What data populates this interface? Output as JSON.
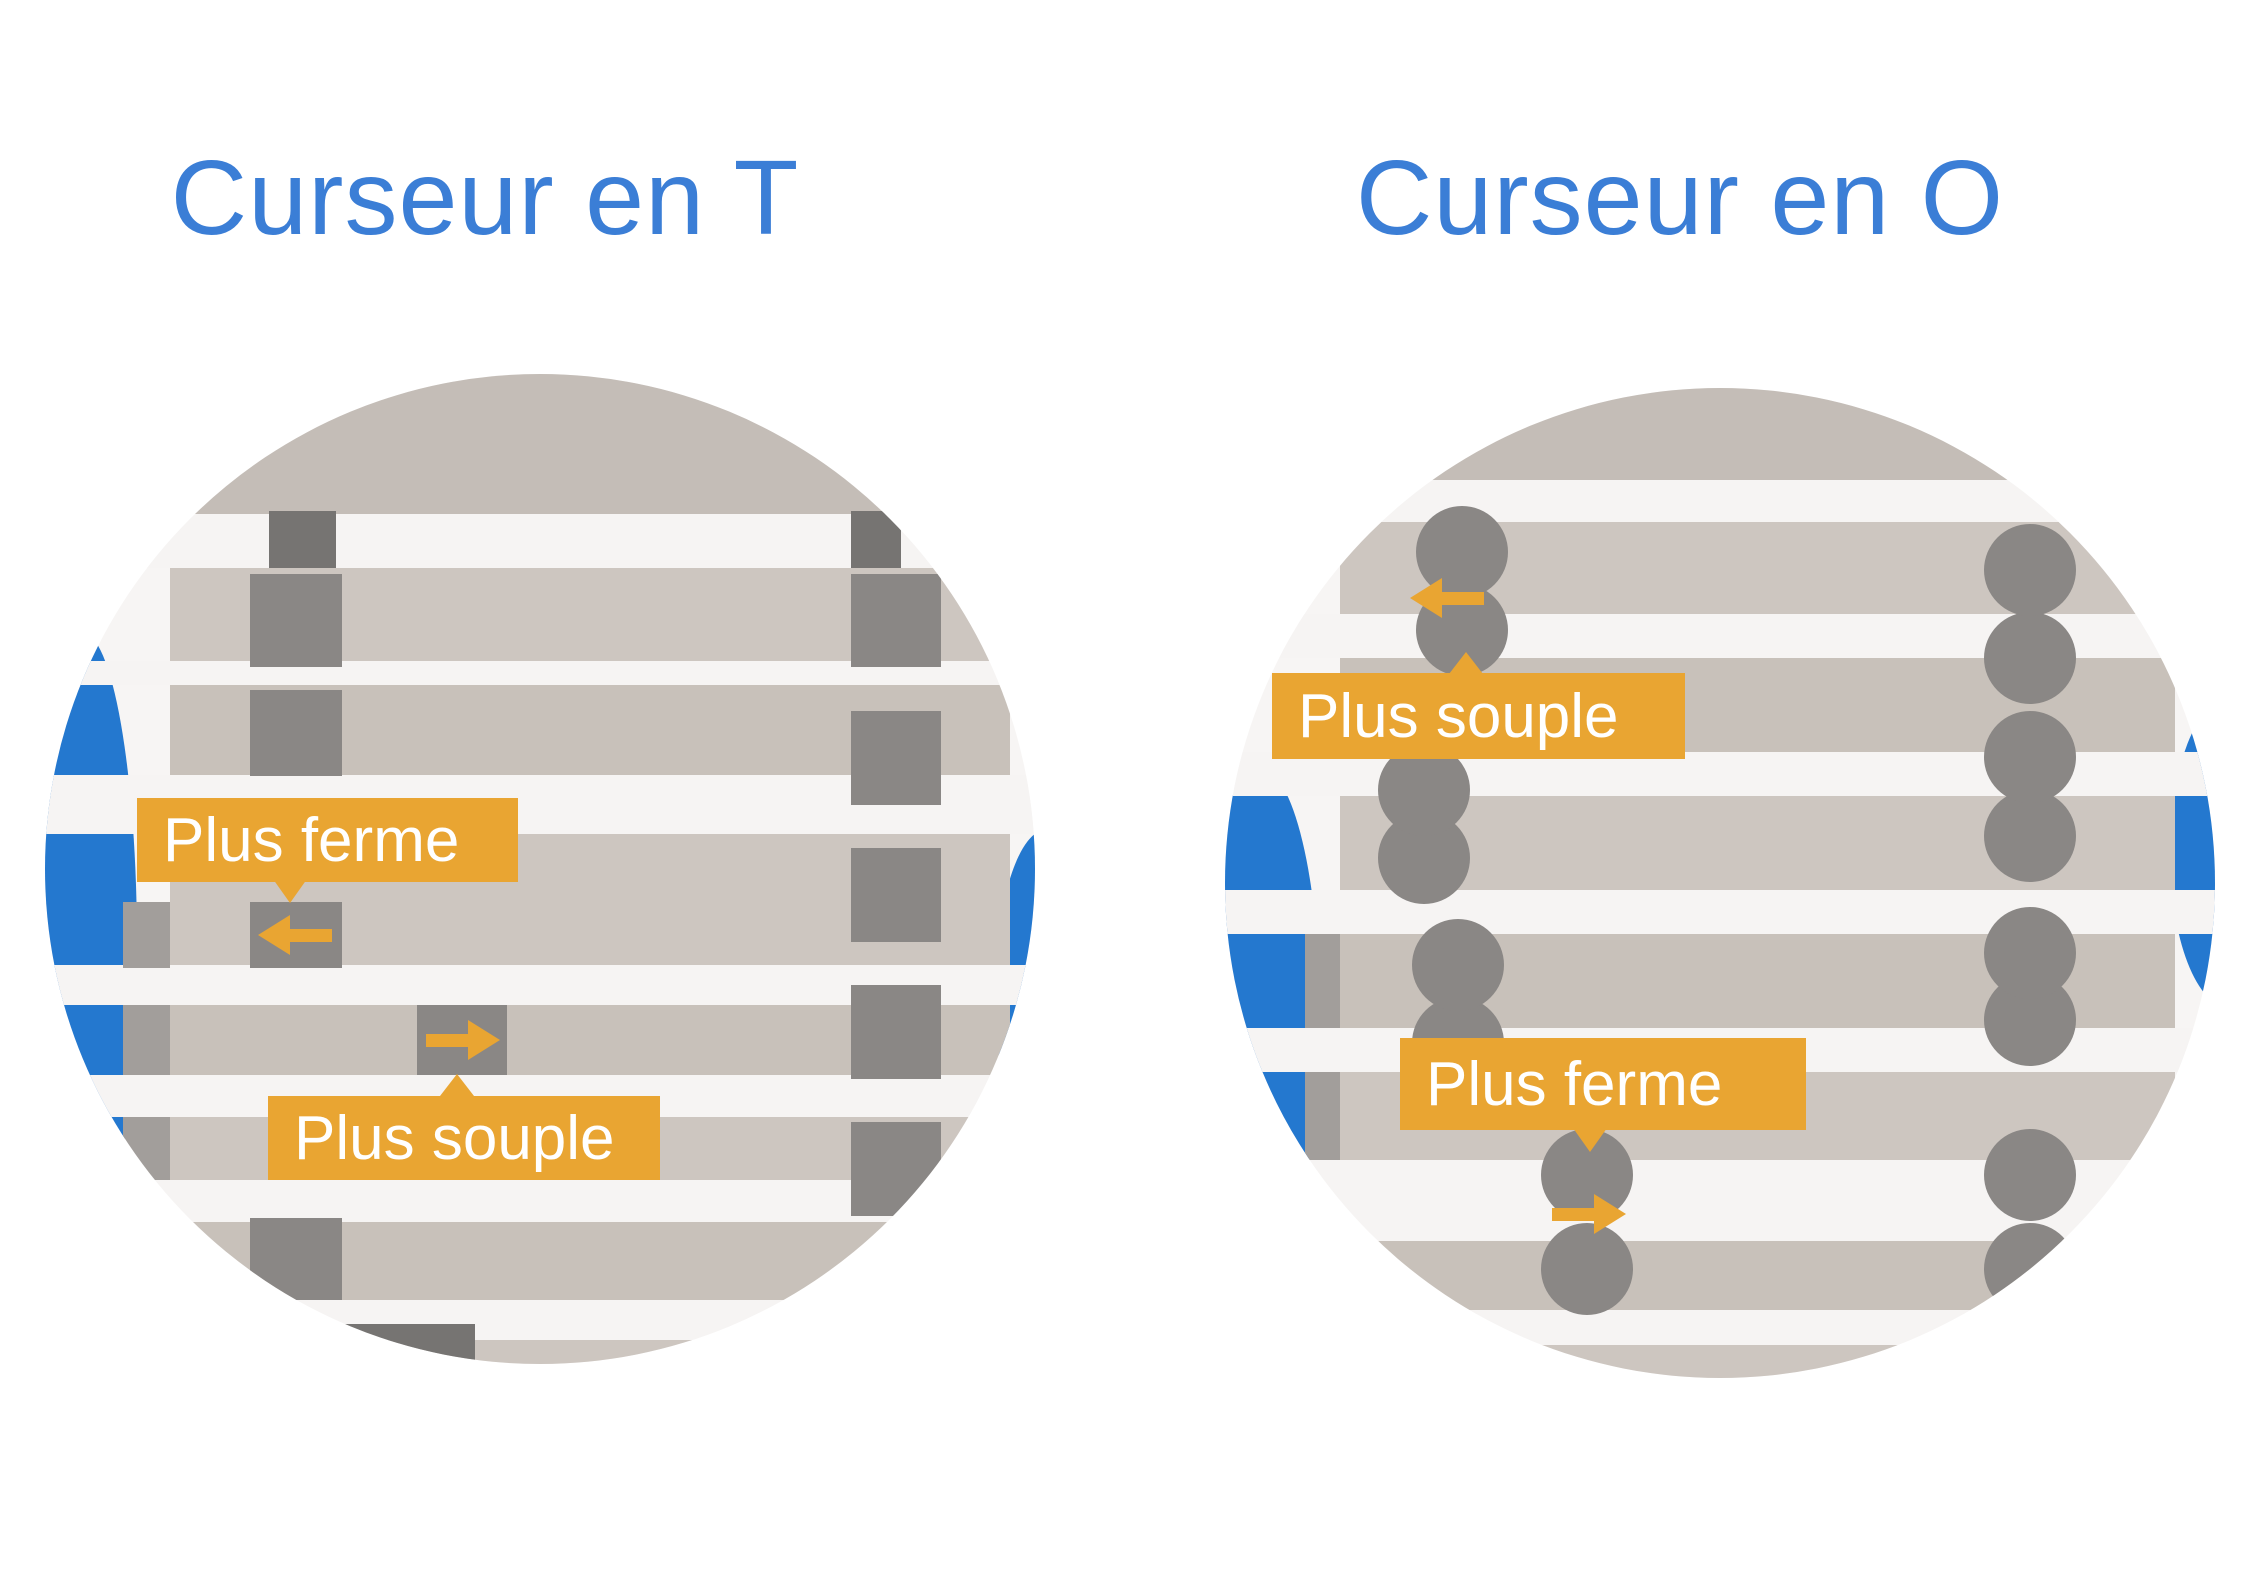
{
  "titles": {
    "left": "Curseur en T",
    "right": "Curseur en O"
  },
  "left_circle": {
    "firmer_label": "Plus ferme",
    "softer_label": "Plus souple",
    "slider_shape": "T (square tab)"
  },
  "right_circle": {
    "softer_label": "Plus souple",
    "firmer_label": "Plus ferme",
    "slider_shape": "O (double ring)"
  },
  "icons": {
    "arrow_left": "left-arrow",
    "arrow_right": "right-arrow",
    "pointer_up": "triangle-up",
    "pointer_down": "triangle-down"
  },
  "colors": {
    "title_blue": "#3b7ed6",
    "accent_blue": "#2478cf",
    "label_orange": "#e9a532",
    "label_text": "#ffffff",
    "slat_beige": "#cdc6c0",
    "slat_beige_alt": "#c8c1ba",
    "slat_top_band": "#c4bdb7",
    "slat_gap": "#f6f4f3",
    "slider_gray": "#8a8785",
    "end_cap_gray": "#a29e9b",
    "tab_gray": "#767472",
    "circle_bg": "#f7f5f4"
  }
}
